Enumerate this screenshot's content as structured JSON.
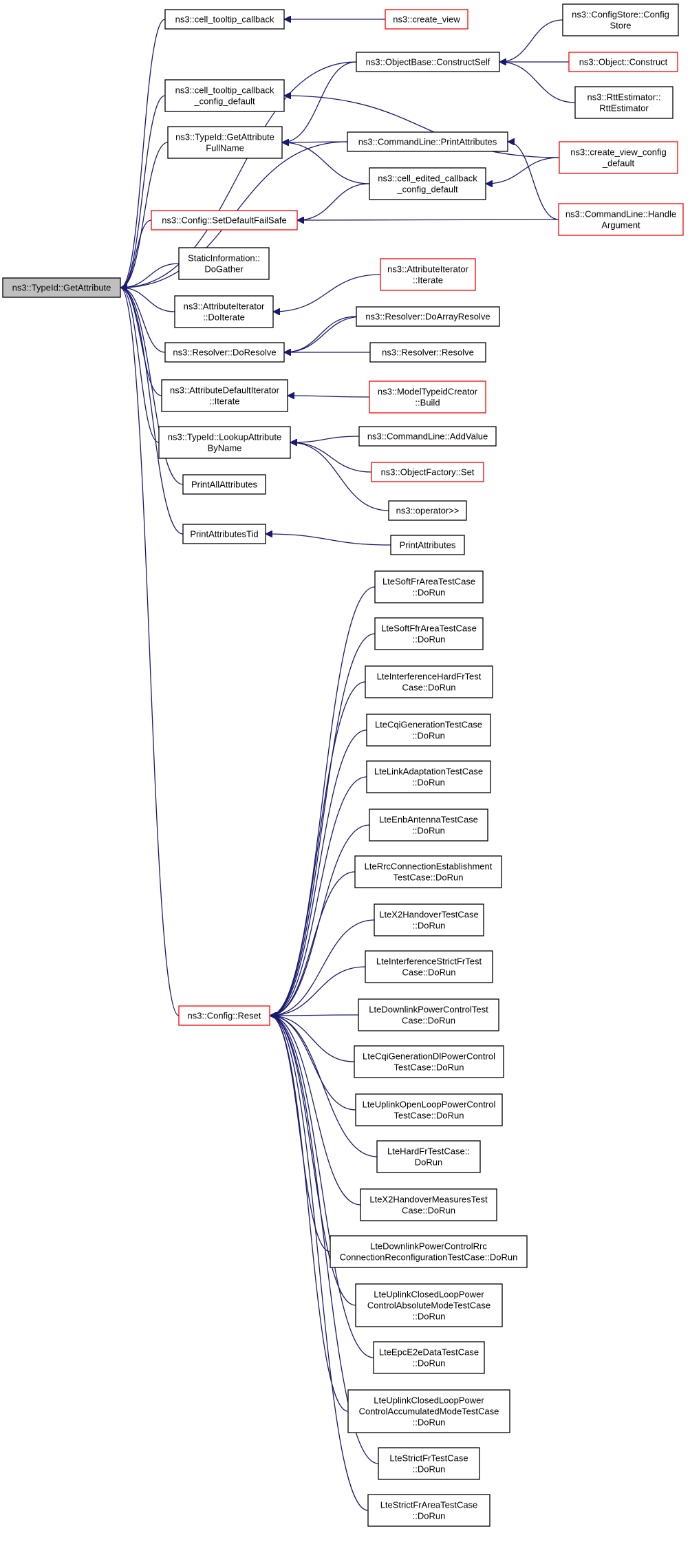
{
  "colors": {
    "edge": "#191970",
    "border_default": "#000000",
    "border_truncated": "#ff0000",
    "root_fill": "#bfbfbf"
  },
  "nodes": {
    "root": {
      "lines": [
        "ns3::TypeId::GetAttribute"
      ],
      "style": "root"
    },
    "cell_tooltip_callback": {
      "lines": [
        "ns3::cell_tooltip_callback"
      ],
      "style": "normal"
    },
    "create_view": {
      "lines": [
        "ns3::create_view"
      ],
      "style": "red"
    },
    "object_base_construct_self": {
      "lines": [
        "ns3::ObjectBase::ConstructSelf"
      ],
      "style": "normal"
    },
    "config_store": {
      "lines": [
        "ns3::ConfigStore::Config",
        "Store"
      ],
      "style": "normal"
    },
    "object_construct": {
      "lines": [
        "ns3::Object::Construct"
      ],
      "style": "red"
    },
    "rtt_estimator": {
      "lines": [
        "ns3::RttEstimator::",
        "RttEstimator"
      ],
      "style": "normal"
    },
    "cell_tooltip_callback_config_default": {
      "lines": [
        "ns3::cell_tooltip_callback",
        "_config_default"
      ],
      "style": "normal"
    },
    "typeid_get_attribute_full_name": {
      "lines": [
        "ns3::TypeId::GetAttribute",
        "FullName"
      ],
      "style": "normal"
    },
    "commandline_print_attributes": {
      "lines": [
        "ns3::CommandLine::PrintAttributes"
      ],
      "style": "normal"
    },
    "create_view_config_default": {
      "lines": [
        "ns3::create_view_config",
        "_default"
      ],
      "style": "red"
    },
    "cell_edited_callback_config_default": {
      "lines": [
        "ns3::cell_edited_callback",
        "_config_default"
      ],
      "style": "normal"
    },
    "config_set_default_fail_safe": {
      "lines": [
        "ns3::Config::SetDefaultFailSafe"
      ],
      "style": "red"
    },
    "commandline_handle_argument": {
      "lines": [
        "ns3::CommandLine::Handle",
        "Argument"
      ],
      "style": "red"
    },
    "static_information_do_gather": {
      "lines": [
        "StaticInformation::",
        "DoGather"
      ],
      "style": "normal"
    },
    "attribute_iterator_do_iterate": {
      "lines": [
        "ns3::AttributeIterator",
        "::DoIterate"
      ],
      "style": "normal"
    },
    "attribute_iterator_iterate": {
      "lines": [
        "ns3::AttributeIterator",
        "::Iterate"
      ],
      "style": "red"
    },
    "resolver_do_resolve": {
      "lines": [
        "ns3::Resolver::DoResolve"
      ],
      "style": "normal"
    },
    "resolver_do_array_resolve": {
      "lines": [
        "ns3::Resolver::DoArrayResolve"
      ],
      "style": "normal"
    },
    "resolver_resolve": {
      "lines": [
        "ns3::Resolver::Resolve"
      ],
      "style": "normal"
    },
    "attribute_default_iterator_iterate": {
      "lines": [
        "ns3::AttributeDefaultIterator",
        "::Iterate"
      ],
      "style": "normal"
    },
    "model_typeid_creator_build": {
      "lines": [
        "ns3::ModelTypeidCreator",
        "::Build"
      ],
      "style": "red"
    },
    "typeid_lookup_attribute_by_name": {
      "lines": [
        "ns3::TypeId::LookupAttribute",
        "ByName"
      ],
      "style": "normal"
    },
    "commandline_add_value": {
      "lines": [
        "ns3::CommandLine::AddValue"
      ],
      "style": "normal"
    },
    "object_factory_set": {
      "lines": [
        "ns3::ObjectFactory::Set"
      ],
      "style": "red"
    },
    "operator_shift": {
      "lines": [
        "ns3::operator>>"
      ],
      "style": "normal"
    },
    "print_all_attributes": {
      "lines": [
        "PrintAllAttributes"
      ],
      "style": "normal"
    },
    "print_attributes_tid": {
      "lines": [
        "PrintAttributesTid"
      ],
      "style": "normal"
    },
    "print_attributes": {
      "lines": [
        "PrintAttributes"
      ],
      "style": "normal"
    },
    "config_reset": {
      "lines": [
        "ns3::Config::Reset"
      ],
      "style": "red"
    },
    "t1": {
      "lines": [
        "LteSoftFrAreaTestCase",
        "::DoRun"
      ],
      "style": "normal"
    },
    "t2": {
      "lines": [
        "LteSoftFfrAreaTestCase",
        "::DoRun"
      ],
      "style": "normal"
    },
    "t3": {
      "lines": [
        "LteInterferenceHardFrTest",
        "Case::DoRun"
      ],
      "style": "normal"
    },
    "t4": {
      "lines": [
        "LteCqiGenerationTestCase",
        "::DoRun"
      ],
      "style": "normal"
    },
    "t5": {
      "lines": [
        "LteLinkAdaptationTestCase",
        "::DoRun"
      ],
      "style": "normal"
    },
    "t6": {
      "lines": [
        "LteEnbAntennaTestCase",
        "::DoRun"
      ],
      "style": "normal"
    },
    "t7": {
      "lines": [
        "LteRrcConnectionEstablishment",
        "TestCase::DoRun"
      ],
      "style": "normal"
    },
    "t8": {
      "lines": [
        "LteX2HandoverTestCase",
        "::DoRun"
      ],
      "style": "normal"
    },
    "t9": {
      "lines": [
        "LteInterferenceStrictFrTest",
        "Case::DoRun"
      ],
      "style": "normal"
    },
    "t10": {
      "lines": [
        "LteDownlinkPowerControlTest",
        "Case::DoRun"
      ],
      "style": "normal"
    },
    "t11": {
      "lines": [
        "LteCqiGenerationDlPowerControl",
        "TestCase::DoRun"
      ],
      "style": "normal"
    },
    "t12": {
      "lines": [
        "LteUplinkOpenLoopPowerControl",
        "TestCase::DoRun"
      ],
      "style": "normal"
    },
    "t13": {
      "lines": [
        "LteHardFrTestCase::",
        "DoRun"
      ],
      "style": "normal"
    },
    "t14": {
      "lines": [
        "LteX2HandoverMeasuresTest",
        "Case::DoRun"
      ],
      "style": "normal"
    },
    "t15": {
      "lines": [
        "LteDownlinkPowerControlRrc",
        "ConnectionReconfigurationTestCase::DoRun"
      ],
      "style": "normal"
    },
    "t16": {
      "lines": [
        "LteUplinkClosedLoopPower",
        "ControlAbsoluteModeTestCase",
        "::DoRun"
      ],
      "style": "normal"
    },
    "t17": {
      "lines": [
        "LteEpcE2eDataTestCase",
        "::DoRun"
      ],
      "style": "normal"
    },
    "t18": {
      "lines": [
        "LteUplinkClosedLoopPower",
        "ControlAccumulatedModeTestCase",
        "::DoRun"
      ],
      "style": "normal"
    },
    "t19": {
      "lines": [
        "LteStrictFrTestCase",
        "::DoRun"
      ],
      "style": "normal"
    },
    "t20": {
      "lines": [
        "LteStrictFrAreaTestCase",
        "::DoRun"
      ],
      "style": "normal"
    }
  },
  "edges": [
    [
      "cell_tooltip_callback",
      "root"
    ],
    [
      "object_base_construct_self",
      "root"
    ],
    [
      "cell_tooltip_callback_config_default",
      "root"
    ],
    [
      "typeid_get_attribute_full_name",
      "root"
    ],
    [
      "commandline_print_attributes",
      "root"
    ],
    [
      "config_set_default_fail_safe",
      "root"
    ],
    [
      "static_information_do_gather",
      "root"
    ],
    [
      "attribute_iterator_do_iterate",
      "root"
    ],
    [
      "resolver_do_resolve",
      "root"
    ],
    [
      "attribute_default_iterator_iterate",
      "root"
    ],
    [
      "typeid_lookup_attribute_by_name",
      "root"
    ],
    [
      "print_all_attributes",
      "root"
    ],
    [
      "print_attributes_tid",
      "root"
    ],
    [
      "config_reset",
      "root"
    ],
    [
      "create_view",
      "cell_tooltip_callback"
    ],
    [
      "config_store",
      "object_base_construct_self"
    ],
    [
      "object_construct",
      "object_base_construct_self"
    ],
    [
      "rtt_estimator",
      "object_base_construct_self"
    ],
    [
      "create_view_config_default",
      "cell_tooltip_callback_config_default"
    ],
    [
      "object_base_construct_self",
      "typeid_get_attribute_full_name"
    ],
    [
      "commandline_print_attributes",
      "typeid_get_attribute_full_name"
    ],
    [
      "cell_edited_callback_config_default",
      "typeid_get_attribute_full_name"
    ],
    [
      "commandline_handle_argument",
      "commandline_print_attributes"
    ],
    [
      "create_view_config_default",
      "cell_edited_callback_config_default"
    ],
    [
      "cell_edited_callback_config_default",
      "config_set_default_fail_safe"
    ],
    [
      "commandline_handle_argument",
      "config_set_default_fail_safe"
    ],
    [
      "attribute_iterator_iterate",
      "attribute_iterator_do_iterate"
    ],
    [
      "resolver_do_array_resolve",
      "resolver_do_resolve"
    ],
    [
      "resolver_resolve",
      "resolver_do_resolve"
    ],
    [
      "resolver_do_resolve",
      "resolver_do_array_resolve"
    ],
    [
      "model_typeid_creator_build",
      "attribute_default_iterator_iterate"
    ],
    [
      "commandline_add_value",
      "typeid_lookup_attribute_by_name"
    ],
    [
      "object_factory_set",
      "typeid_lookup_attribute_by_name"
    ],
    [
      "operator_shift",
      "typeid_lookup_attribute_by_name"
    ],
    [
      "print_attributes",
      "print_attributes_tid"
    ],
    [
      "t1",
      "config_reset"
    ],
    [
      "t2",
      "config_reset"
    ],
    [
      "t3",
      "config_reset"
    ],
    [
      "t4",
      "config_reset"
    ],
    [
      "t5",
      "config_reset"
    ],
    [
      "t6",
      "config_reset"
    ],
    [
      "t7",
      "config_reset"
    ],
    [
      "t8",
      "config_reset"
    ],
    [
      "t9",
      "config_reset"
    ],
    [
      "t10",
      "config_reset"
    ],
    [
      "t11",
      "config_reset"
    ],
    [
      "t12",
      "config_reset"
    ],
    [
      "t13",
      "config_reset"
    ],
    [
      "t14",
      "config_reset"
    ],
    [
      "t15",
      "config_reset"
    ],
    [
      "t16",
      "config_reset"
    ],
    [
      "t17",
      "config_reset"
    ],
    [
      "t18",
      "config_reset"
    ],
    [
      "t19",
      "config_reset"
    ],
    [
      "t20",
      "config_reset"
    ]
  ]
}
